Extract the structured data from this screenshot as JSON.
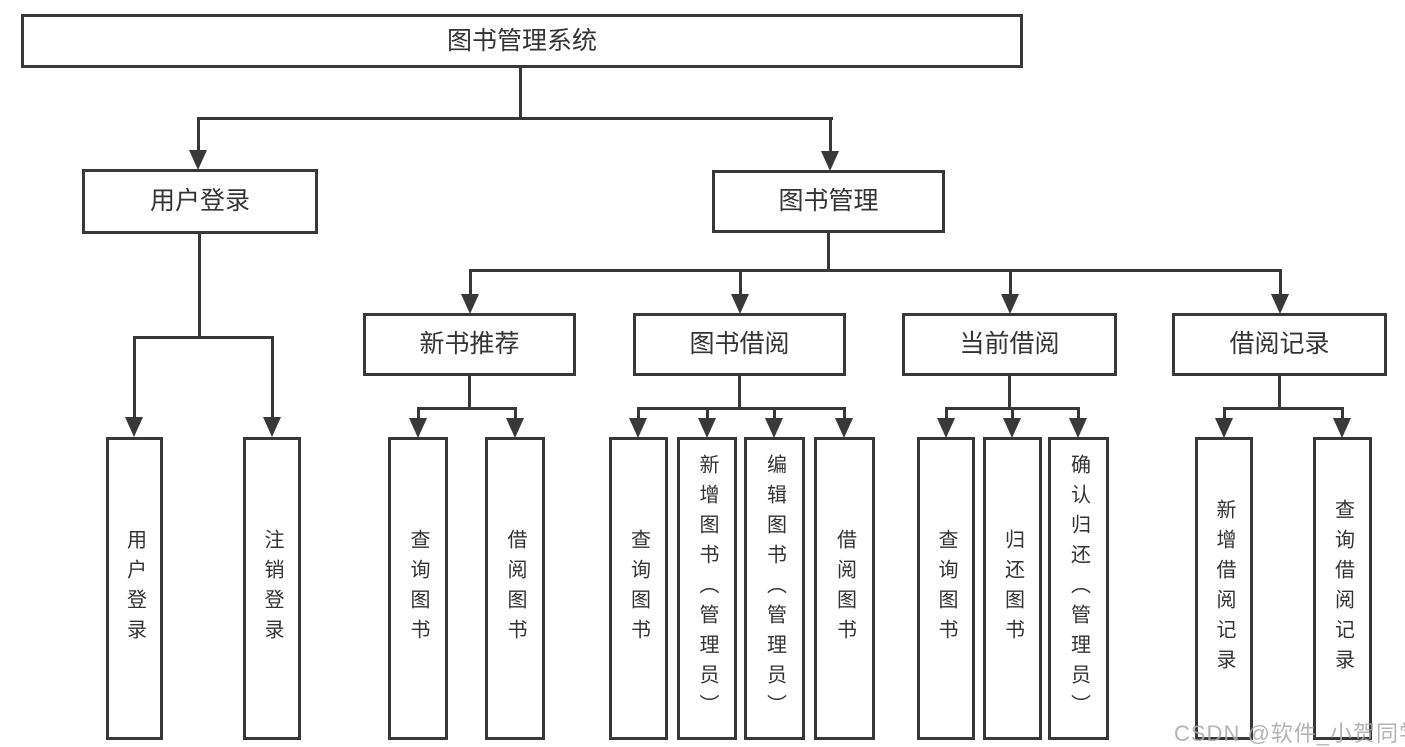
{
  "diagram": {
    "type": "tree",
    "colors": {
      "background": "#ffffff",
      "line": "#383838",
      "text": "#333333",
      "watermark": "#acacac"
    },
    "nodes": {
      "root": {
        "label": "图书管理系统"
      },
      "user_login": {
        "label": "用户登录"
      },
      "book_mgmt": {
        "label": "图书管理"
      },
      "new_book_rec": {
        "label": "新书推荐"
      },
      "book_borrow": {
        "label": "图书借阅"
      },
      "current_borrow": {
        "label": "当前借阅"
      },
      "borrow_record": {
        "label": "借阅记录"
      },
      "leaf_user_login": {
        "label": "用户登录"
      },
      "leaf_logout": {
        "label": "注销登录"
      },
      "rec_query_book": {
        "label": "查询图书"
      },
      "rec_borrow_book": {
        "label": "借阅图书"
      },
      "bb_query_book": {
        "label": "查询图书"
      },
      "bb_add_book": {
        "label": "新增图书（管理员）"
      },
      "bb_edit_book": {
        "label": "编辑图书（管理员）"
      },
      "bb_borrow_book": {
        "label": "借阅图书"
      },
      "cb_query_book": {
        "label": "查询图书"
      },
      "cb_return_book": {
        "label": "归还图书"
      },
      "cb_confirm_return": {
        "label": "确认归还（管理员）"
      },
      "br_add_record": {
        "label": "新增借阅记录"
      },
      "br_query_record": {
        "label": "查询借阅记录"
      }
    },
    "edges": [
      [
        "root",
        "user_login"
      ],
      [
        "root",
        "book_mgmt"
      ],
      [
        "user_login",
        "leaf_user_login"
      ],
      [
        "user_login",
        "leaf_logout"
      ],
      [
        "book_mgmt",
        "new_book_rec"
      ],
      [
        "book_mgmt",
        "book_borrow"
      ],
      [
        "book_mgmt",
        "current_borrow"
      ],
      [
        "book_mgmt",
        "borrow_record"
      ],
      [
        "new_book_rec",
        "rec_query_book"
      ],
      [
        "new_book_rec",
        "rec_borrow_book"
      ],
      [
        "book_borrow",
        "bb_query_book"
      ],
      [
        "book_borrow",
        "bb_add_book"
      ],
      [
        "book_borrow",
        "bb_edit_book"
      ],
      [
        "book_borrow",
        "bb_borrow_book"
      ],
      [
        "current_borrow",
        "cb_query_book"
      ],
      [
        "current_borrow",
        "cb_return_book"
      ],
      [
        "current_borrow",
        "cb_confirm_return"
      ],
      [
        "borrow_record",
        "br_add_record"
      ],
      [
        "borrow_record",
        "br_query_record"
      ]
    ],
    "watermark": "CSDN @软件_小贺同学"
  }
}
